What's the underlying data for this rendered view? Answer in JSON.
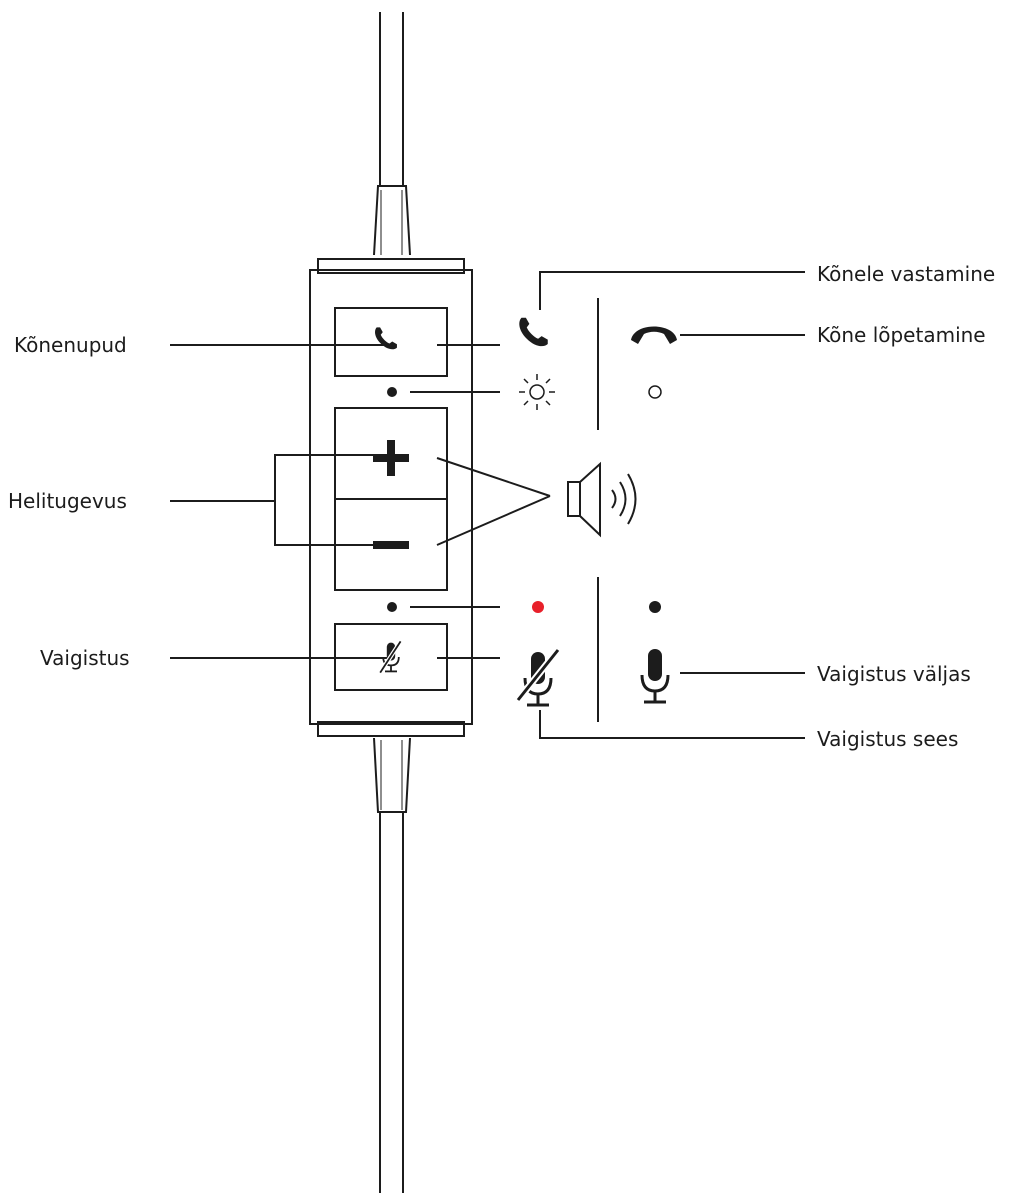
{
  "labels": {
    "call_buttons": "Kõnenupud",
    "volume": "Helitugevus",
    "mute": "Vaigistus",
    "answer_call": "Kõnele vastamine",
    "end_call": "Kõne lõpetamine",
    "mute_off": "Vaigistus väljas",
    "mute_on": "Vaigistus sees"
  },
  "icons": {
    "call_button": "phone-icon",
    "volume_up": "plus-icon",
    "volume_down": "minus-icon",
    "mute_button": "muted-microphone-icon",
    "answer": "phone-icon",
    "hang_up": "hang-up-icon",
    "call_led_on": "light-burst-icon",
    "call_led_off": "hollow-dot-icon",
    "speaker": "speaker-icon",
    "mute_led_on": "red-dot-icon",
    "mute_led_off": "black-dot-icon",
    "mic_muted": "muted-microphone-icon",
    "mic_live": "microphone-icon"
  },
  "colors": {
    "line": "#1c1c1c",
    "mute_indicator": "#e8202a"
  }
}
